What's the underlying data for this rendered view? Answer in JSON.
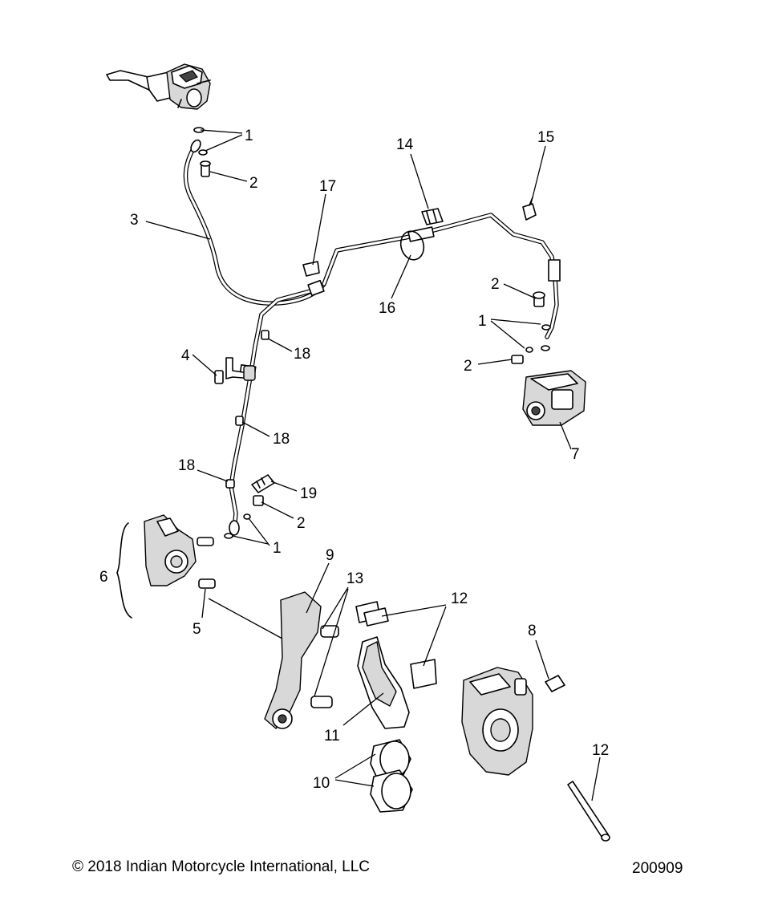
{
  "callouts": {
    "c1a": "1",
    "c1b": "1",
    "c1c": "1",
    "c2a": "2",
    "c2b": "2",
    "c2c": "2",
    "c2d": "2",
    "c3": "3",
    "c4": "4",
    "c5": "5",
    "c6": "6",
    "c7": "7",
    "c8": "8",
    "c9": "9",
    "c10": "10",
    "c11": "11",
    "c12a": "12",
    "c12b": "12",
    "c13": "13",
    "c14": "14",
    "c15": "15",
    "c16": "16",
    "c17": "17",
    "c18a": "18",
    "c18b": "18",
    "c18c": "18",
    "c19": "19"
  },
  "footer": {
    "copyright": "© 2018 Indian Motorcycle International, LLC",
    "diagram_id": "200909"
  }
}
